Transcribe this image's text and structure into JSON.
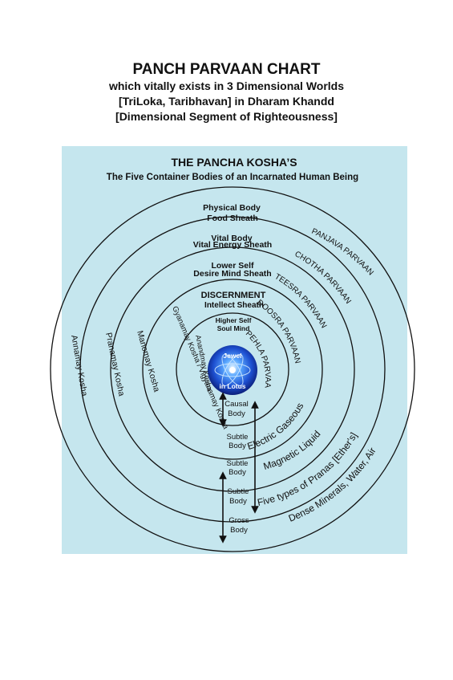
{
  "header": {
    "title": "PANCH PARVAAN CHART",
    "line1": "which vitally exists in 3 Dimensional Worlds",
    "line2": "[TriLoka, Taribhavan] in Dharam Khandd",
    "line3": "[Dimensional Segment of Righteousness]"
  },
  "panel": {
    "title": "THE PANCHA KOSHA’S",
    "subtitle": "The Five Container Bodies of an Incarnated Human Being"
  },
  "sheaths": {
    "physical_1": "Physical Body",
    "physical_2": "Food Sheath",
    "vital_1": "Vital Body",
    "vital_2": "Vital Energy Sheath",
    "lower_1": "Lower Self",
    "lower_2": "Desire Mind Sheath",
    "discern_1": "DISCERNMENT",
    "discern_2": "Intellect Sheath",
    "higher_1": "Higher Self",
    "higher_2": "Soul Mind"
  },
  "jewel": {
    "top": "Jewel",
    "bottom": "in Lotus"
  },
  "parvaans": {
    "panjava": "PANJAVA PARVAAN",
    "chotha": "CHOTHA PARVAAN",
    "teesra": "TEESRA PARVAAN",
    "doosra": "DOOSRA PARVAAN",
    "pehla": "PEHLA PARVAAN"
  },
  "koshas": {
    "annamay": "Annamay Kosha",
    "pranamay": "Pranamay Kosha",
    "manomay": "Manomay Kosha",
    "gyanamay": "Gyanamay Kosha / Vigyanamay Kosha",
    "anandmay": "Anandmay Kosha"
  },
  "elements": {
    "electric": "Electric Gaseous",
    "magnetic": "Magnetic Liquid",
    "pranas": "Five types of Pranas [Ether's]",
    "dense": "Dense Minerals, Water, Air"
  },
  "bodies": {
    "causal_1": "Causal",
    "causal_2": "Body",
    "subtle1_1": "Subtle",
    "subtle1_2": "Body",
    "subtle2_1": "Subtle",
    "subtle2_2": "Body",
    "subtle3_1": "Subtle",
    "subtle3_2": "Body",
    "gross_1": "Gross",
    "gross_2": "Body"
  },
  "colors": {
    "panel_bg": "#c5e6ee",
    "jewel_glow": "#3f8cff",
    "jewel_dark": "#0c1f7a"
  }
}
